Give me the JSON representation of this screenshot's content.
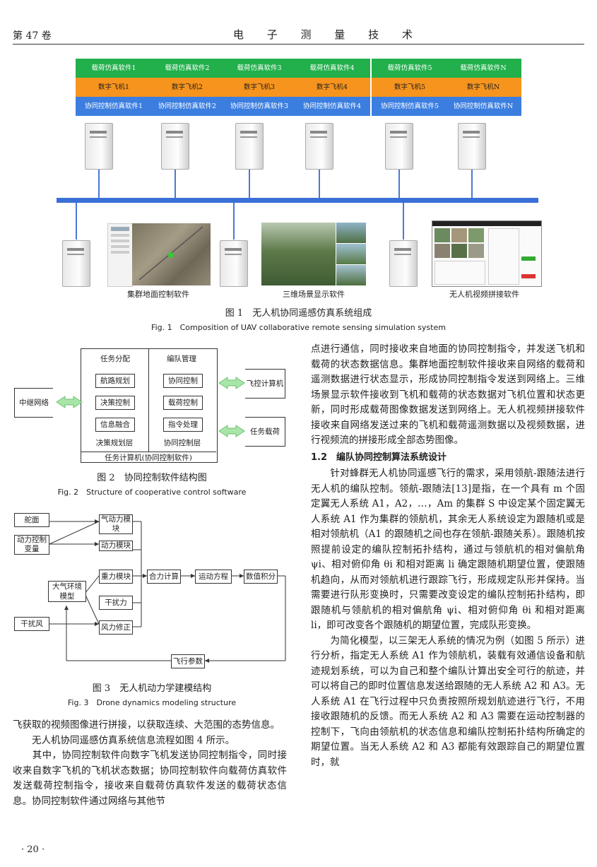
{
  "header": {
    "volume": "第 47 卷",
    "journal": "电 子 测 量 技 术"
  },
  "fig1": {
    "simulators": [
      {
        "sim": "载荷仿真软件1",
        "drone": "数字飞机1",
        "coop": "协同控制仿真软件1"
      },
      {
        "sim": "载荷仿真软件2",
        "drone": "数字飞机2",
        "coop": "协同控制仿真软件2"
      },
      {
        "sim": "载荷仿真软件3",
        "drone": "数字飞机3",
        "coop": "协同控制仿真软件3"
      },
      {
        "sim": "载荷仿真软件4",
        "drone": "数字飞机4",
        "coop": "协同控制仿真软件4"
      },
      {
        "sim": "载荷仿真软件5",
        "drone": "数字飞机5",
        "coop": "协同控制仿真软件5"
      },
      {
        "sim": "载荷仿真软件N",
        "drone": "数字飞机N",
        "coop": "协同控制仿真软件N"
      }
    ],
    "ground_labels": [
      "集群地面控制软件",
      "三维场景显示软件",
      "无人机视频拼接软件"
    ],
    "caption_cn": "图 1　无人机协同遥感仿真系统组成",
    "caption_en": "Fig. 1　Composition of UAV collaborative remote sensing simulation system"
  },
  "fig2": {
    "left_header": "任务分配",
    "right_header": "编队管理",
    "left_items": [
      "航路规划",
      "决策控制",
      "信息融合"
    ],
    "right_items": [
      "协同控制",
      "载荷控制",
      "指令处理"
    ],
    "left_layer": "决策规划层",
    "right_layer": "协同控制层",
    "bottom": "任务计算机(协同控制软件)",
    "left_ext": "中继网络",
    "right_ext": [
      "飞控计算机",
      "任务载荷"
    ],
    "caption_cn": "图 2　协同控制软件结构图",
    "caption_en": "Fig. 2　Structure of cooperative control software"
  },
  "fig3": {
    "inputs": [
      "舵面",
      "动力控制变量",
      "干扰风"
    ],
    "atm": "大气环境模型",
    "modules": [
      "气动力模块",
      "动力模块",
      "重力模块",
      "干扰力",
      "风力修正"
    ],
    "sum": "合力计算",
    "motion": "运动方程",
    "integ": "数值积分",
    "params": "飞行参数",
    "caption_cn": "图 3　无人机动力学建模结构",
    "caption_en": "Fig. 3　Drone dynamics modeling structure"
  },
  "left_text": [
    "飞获取的视频图像进行拼接，以获取连续、大范围的态势信息。",
    "　　无人机协同遥感仿真系统信息流程如图 4 所示。",
    "　　其中，协同控制软件向数字飞机发送协同控制指令，同时接收来自数字飞机的飞机状态数据；协同控制软件向载荷仿真软件发送载荷控制指令，接收来自载荷仿真软件发送的载荷状态信息。协同控制软件通过网络与其他节"
  ],
  "right_text_1": "点进行通信，同时接收来自地面的协同控制指令，并发送飞机和载荷的状态数据信息。集群地面控制软件接收来自网络的载荷和遥测数据进行状态显示，形成协同控制指令发送到网络上。三维场景显示软件接收到飞机和载荷的状态数据对飞机位置和状态更新，同时形成载荷图像数据发送到网络上。无人机视频拼接软件接收来自网络发送过来的飞机和载荷遥测数据以及视频数据，进行视频流的拼接形成全部态势图像。",
  "section": "1.2　编队协同控制算法系统设计",
  "right_text_2": "　　针对蜂群无人机协同遥感飞行的需求，采用领航-跟随法进行无人机的编队控制。领航-跟随法[13]是指，在一个具有 m 个固定翼无人系统 A1，A2，…，Am 的集群 S 中设定某个固定翼无人系统 A1 作为集群的领航机，其余无人系统设定为跟随机或是相对领航机（A1 的跟随机之间也存在领航-跟随关系）。跟随机按照提前设定的编队控制拓扑结构，通过与领航机的相对偏航角 ψi、相对俯仰角 θi 和相对距离 li 确定跟随机期望位置，使跟随机趋向，从而对领航机进行跟踪飞行，形成规定队形并保持。当需要进行队形变换时，只需要改变设定的编队控制拓扑结构，即跟随机与领航机的相对偏航角 ψi、相对俯仰角 θi 和相对距离 li，即可改变各个跟随机的期望位置，完成队形变换。",
  "right_text_3": "　　为简化模型，以三架无人系统的情况为例（如图 5 所示）进行分析，指定无人系统 A1 作为领航机，装载有效通信设备和航迹规划系统，可以为自己和整个编队计算出安全可行的航迹，并可以将自己的即时位置信息发送给跟随的无人系统 A2 和 A3。无人系统 A1 在飞行过程中只负责按照所规划航迹进行飞行，不用接收跟随机的反馈。而无人系统 A2 和 A3 需要在运动控制器的控制下，飞向由领航机的状态信息和编队控制拓扑结构所确定的期望位置。当无人系统 A2 和 A3 都能有效跟踪自己的期望位置时，就",
  "page_number": "· 20 ·"
}
